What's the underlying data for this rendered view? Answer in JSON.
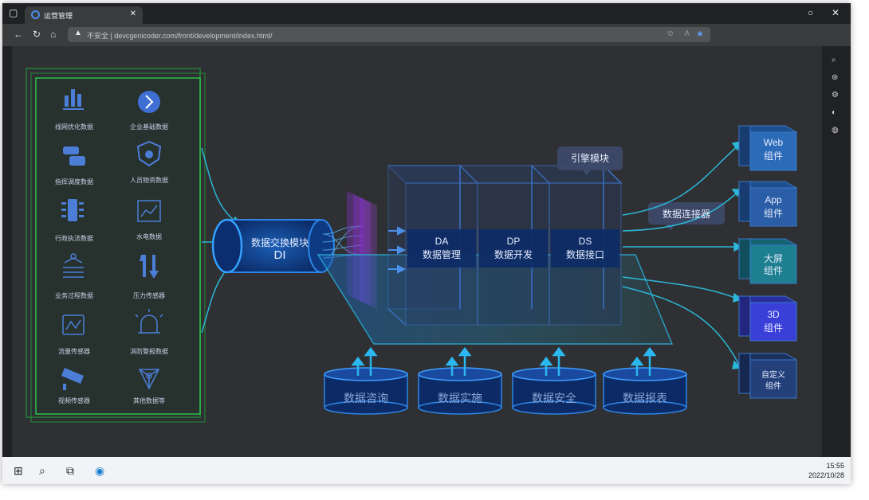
{
  "browser": {
    "tab_title": "运营管理",
    "address": "不安全 | devcgenicoder.com/front/development/index.html/",
    "clock_time": "15:55",
    "clock_date": "2022/10/28"
  },
  "left_panel": {
    "items": [
      {
        "label": "线网优化数据",
        "icon": "bar-chart-icon"
      },
      {
        "label": "企业基础数据",
        "icon": "chevron-circle-icon"
      },
      {
        "label": "指挥调度数据",
        "icon": "vehicles-icon"
      },
      {
        "label": "人员物资数据",
        "icon": "shield-eye-icon"
      },
      {
        "label": "行政执法数据",
        "icon": "traffic-light-icon"
      },
      {
        "label": "水电数据",
        "icon": "meter-icon"
      },
      {
        "label": "业务过程数据",
        "icon": "process-icon"
      },
      {
        "label": "压力传感器",
        "icon": "pressure-icon"
      },
      {
        "label": "流量传感器",
        "icon": "flow-icon"
      },
      {
        "label": "消防警报数据",
        "icon": "alarm-icon"
      },
      {
        "label": "视频传感器",
        "icon": "camera-icon"
      },
      {
        "label": "其他数据等",
        "icon": "network-icon"
      }
    ]
  },
  "exchange": {
    "title": "数据交换模块",
    "code": "DI"
  },
  "engine": {
    "title": "引擎模块",
    "modules": [
      {
        "code": "DA",
        "name": "数据管理"
      },
      {
        "code": "DP",
        "name": "数据开发"
      },
      {
        "code": "DS",
        "name": "数据接口"
      }
    ]
  },
  "connector": {
    "label": "数据连接器"
  },
  "outputs": [
    {
      "line1": "Web",
      "line2": "组件",
      "color": "#2c6bb8"
    },
    {
      "line1": "App",
      "line2": "组件",
      "color": "#2a5ea6"
    },
    {
      "line1": "大屏",
      "line2": "组件",
      "color": "#1d7f8f"
    },
    {
      "line1": "3D",
      "line2": "组件",
      "color": "#3a3fd8"
    },
    {
      "line1": "自定义",
      "line2": "组件",
      "color": "#23407a"
    }
  ],
  "databases": [
    {
      "label": "数据咨询"
    },
    {
      "label": "数据实施"
    },
    {
      "label": "数据安全"
    },
    {
      "label": "数据报表"
    }
  ]
}
